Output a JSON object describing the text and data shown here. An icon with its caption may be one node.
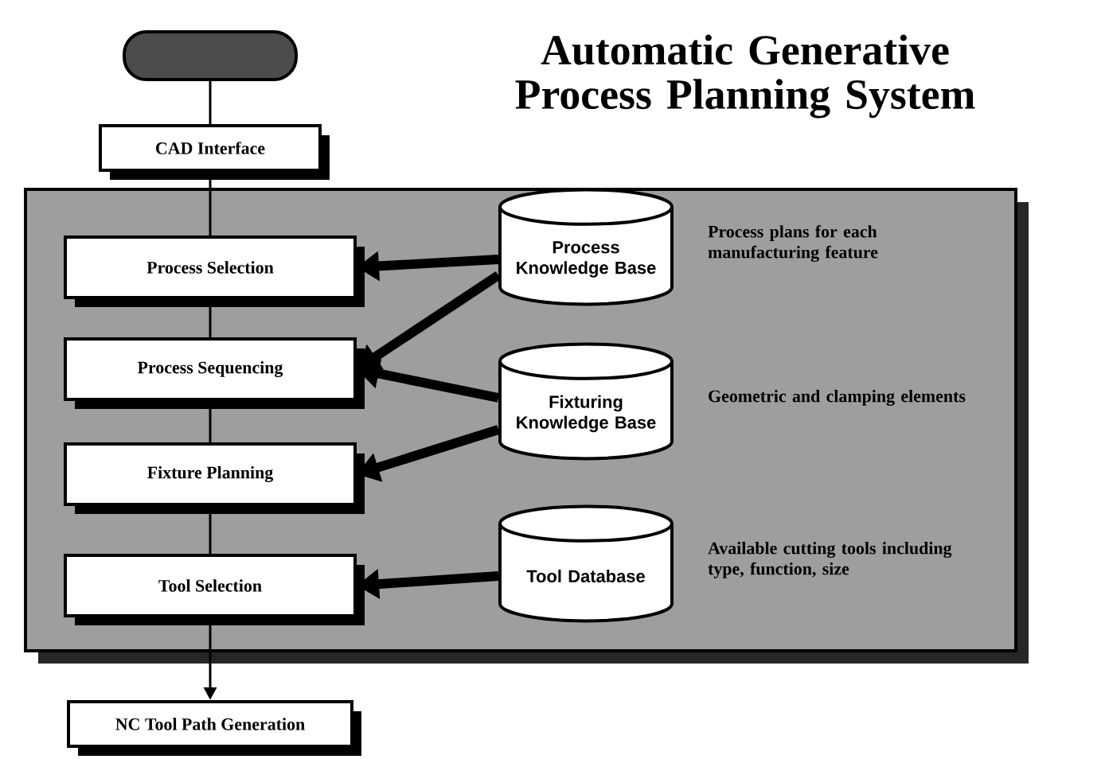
{
  "diagram": {
    "title": "Automatic Generative Process Planning System",
    "nodes": [
      {
        "text": [],
        "shape": "oval"
      },
      {
        "text": [
          "CAD Interface"
        ]
      },
      {
        "text": [],
        "shape": "box"
      },
      {
        "text": [
          "Process Selection"
        ],
        "in": 2
      },
      {
        "text": [
          "Process Sequencing"
        ],
        "in": 2
      },
      {
        "text": [
          "Fixture Planning"
        ],
        "in": 2
      },
      {
        "text": [
          "Tool Selection"
        ],
        "in": 2
      },
      {
        "text": [
          "Process Knowledge Base"
        ],
        "in": 2,
        "beside": [
          "Process plans for each manufacturing feature"
        ]
      },
      {
        "text": [
          "Fixturing Knowledge Base"
        ],
        "in": 2,
        "beside": [
          "Geometric and clamping elements"
        ]
      },
      {
        "text": [
          "Tool Database"
        ],
        "in": 2,
        "beside": [
          "Available cutting tools including type, function, size"
        ]
      },
      {
        "text": [
          "NC Tool Path Generation"
        ]
      }
    ],
    "edges": [
      {
        "from": 0,
        "to": 1,
        "arrow": "none"
      },
      {
        "from": 1,
        "to": 3,
        "arrow": "none"
      },
      {
        "from": 3,
        "to": 4,
        "arrow": "none"
      },
      {
        "from": 4,
        "to": 5,
        "arrow": "none"
      },
      {
        "from": 5,
        "to": 6,
        "arrow": "none"
      },
      {
        "from": 6,
        "to": 10,
        "arrow": "to"
      },
      {
        "from": 7,
        "to": 3,
        "arrow": "to",
        "style": "thick"
      },
      {
        "from": 7,
        "to": 4,
        "arrow": "to",
        "style": "thick"
      },
      {
        "from": 8,
        "to": 4,
        "arrow": "to",
        "style": "thick"
      },
      {
        "from": 8,
        "to": 5,
        "arrow": "to",
        "style": "thick"
      },
      {
        "from": 9,
        "to": 6,
        "arrow": "to",
        "style": "thick"
      }
    ]
  }
}
